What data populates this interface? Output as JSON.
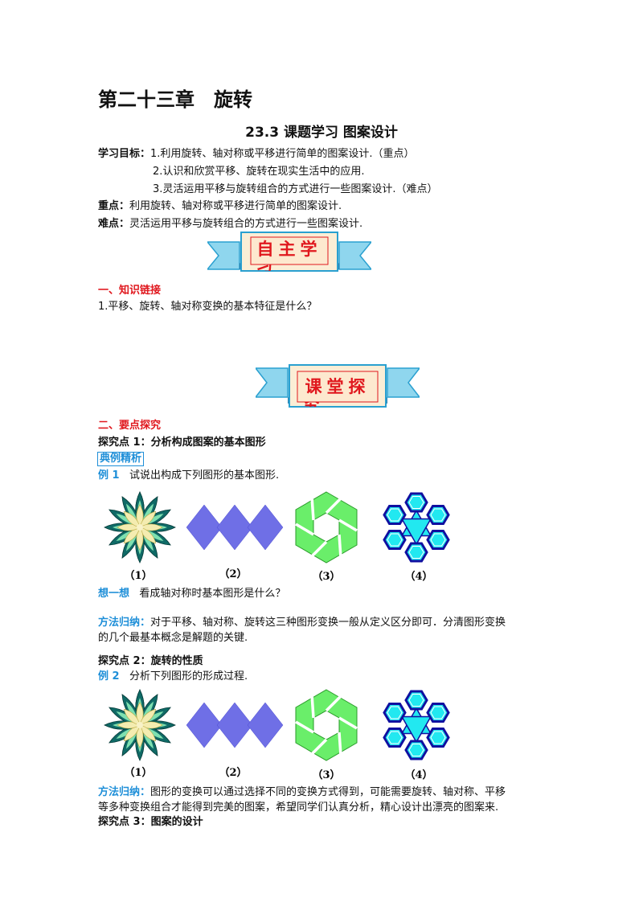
{
  "chapter_title": "第二十三章　旋转",
  "section_title": "23.3  课题学习  图案设计",
  "goals": {
    "label": "学习目标：",
    "items": [
      "1.利用旋转、轴对称或平移进行简单的图案设计.（重点）",
      "2.认识和欣赏平移、旋转在现实生活中的应用.",
      "3.灵活运用平移与旋转组合的方式进行一些图案设计.（难点）"
    ]
  },
  "key_point": {
    "label": "重点：",
    "text": "利用旋转、轴对称或平移进行简单的图案设计."
  },
  "difficulty": {
    "label": "难点：",
    "text": "灵活运用平移与旋转组合的方式进行一些图案设计."
  },
  "banner1": {
    "text": "自主学",
    "text2": "习"
  },
  "banner2": {
    "text": "课堂探",
    "text2": "究"
  },
  "section1": {
    "title": "一、知识链接",
    "question": "1.平移、旋转、轴对称变换的基本特征是什么？"
  },
  "section2": {
    "title": "二、要点探究"
  },
  "point1": {
    "title": "探究点 1：分析构成图案的基本图形",
    "box": "典例精析"
  },
  "example1": {
    "label": "例 1",
    "text": "试说出构成下列图形的基本图形."
  },
  "captions": [
    "（1）",
    "（2）",
    "（3）",
    "（4）"
  ],
  "think": {
    "label": "想一想",
    "text": "看成轴对称时基本图形是什么？"
  },
  "method1": {
    "label": "方法归纳：",
    "line1": "对于平移、轴对称、旋转这三种图形变换一般从定义区分即可．分清图形变换",
    "line2": "的几个最基本概念是解题的关键."
  },
  "point2": {
    "title": "探究点 2：旋转的性质"
  },
  "example2": {
    "label": "例 2",
    "text": "分析下列图形的形成过程."
  },
  "method2": {
    "label": "方法归纳：",
    "line1": "图形的变换可以通过选择不同的变换方式得到，可能需要旋转、轴对称、平移",
    "line2": "等多种变换组合才能得到完美的图案，希望同学们认真分析，精心设计出漂亮的图案来."
  },
  "point3": {
    "title": "探究点 3：图案的设计"
  },
  "colors": {
    "heading_red": "#e0181e",
    "accent_blue": "#1f8fd8",
    "ribbon": "#7fd3ea",
    "banner_text": "#e0181e",
    "triangle": "#7070e8",
    "hex_green": "#66ee66",
    "hex_cyan": "#22e8f0",
    "hex_navy": "#1010a0"
  }
}
